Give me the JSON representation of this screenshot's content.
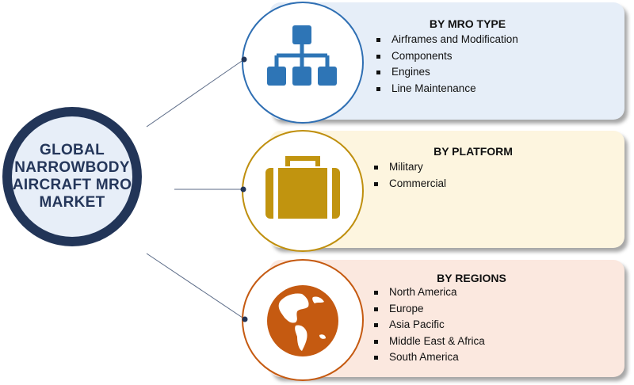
{
  "hub": {
    "title": "GLOBAL\nNARROWBODY\nAIRCRAFT MRO\nMARKET"
  },
  "segments": [
    {
      "title": "BY MRO TYPE",
      "items": [
        "Airframes and Modification",
        "Components",
        "Engines",
        "Line Maintenance"
      ],
      "icon": "hierarchy-icon",
      "colors": {
        "panel": "#e6eef8",
        "accent": "#2f6fb3",
        "icon": "#2e75b6"
      }
    },
    {
      "title": "BY PLATFORM",
      "items": [
        "Military",
        "Commercial"
      ],
      "icon": "briefcase-icon",
      "colors": {
        "panel": "#fdf5df",
        "accent": "#bf8f0e",
        "icon": "#c1940f"
      }
    },
    {
      "title": "BY REGIONS",
      "items": [
        "North America",
        "Europe",
        "Asia Pacific",
        "Middle East & Africa",
        "South America"
      ],
      "icon": "globe-icon",
      "colors": {
        "panel": "#fbe8df",
        "accent": "#c55a11",
        "icon": "#c55a11"
      }
    }
  ],
  "colors": {
    "hub_ring": "#223558",
    "hub_fill": "#e7eef8",
    "connector": "#5a6a86"
  }
}
